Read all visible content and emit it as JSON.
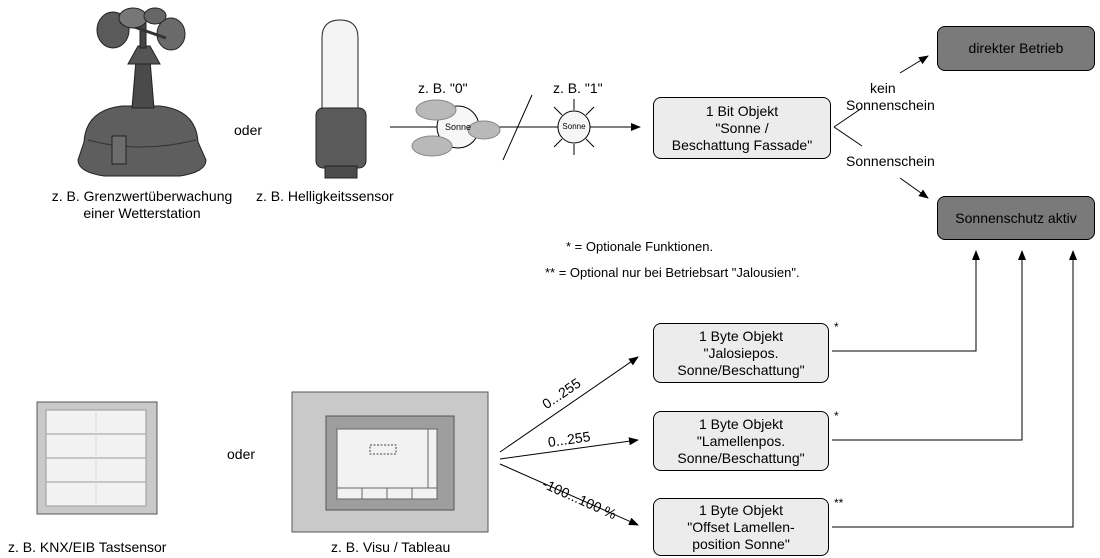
{
  "devices": {
    "weather_station_caption": [
      "z. B. Grenzwertüberwachung",
      "einer Wetterstation"
    ],
    "brightness_sensor_caption": "z. B. Helligkeitssensor",
    "pushbutton_caption": "z. B. KNX/EIB Tastsensor",
    "visu_caption": "z. B. Visu / Tableau",
    "or_label": "oder"
  },
  "signal": {
    "value_0_label": "z. B. \"0\"",
    "value_1_label": "z. B. \"1\"",
    "cloud_sun_label": "Sonne",
    "bright_sun_label": "Sonne"
  },
  "objects": {
    "sun_object": [
      "1 Bit Objekt",
      "\"Sonne /",
      "Beschattung Fassade\""
    ],
    "blind_pos_object": [
      "1 Byte Objekt",
      "\"Jalosiepos.",
      "Sonne/Beschattung\""
    ],
    "slat_pos_object": [
      "1 Byte Objekt",
      "\"Lamellenpos.",
      "Sonne/Beschattung\""
    ],
    "offset_object": [
      "1 Byte Objekt",
      "\"Offset Lamellen-",
      "position Sonne\""
    ]
  },
  "results": {
    "direct_operation": "direkter Betrieb",
    "sun_protection_active": "Sonnenschutz aktiv"
  },
  "branches": {
    "no_sunshine": [
      "kein",
      "Sonnenschein"
    ],
    "sunshine": "Sonnenschein"
  },
  "ranges": {
    "blind_range": "0...255",
    "slat_range": "0...255",
    "offset_range": "-100...100 %"
  },
  "markers": {
    "single": "*",
    "double": "**"
  },
  "notes": {
    "optional": "* = Optionale Funktionen.",
    "optional_blinds": "** = Optional nur bei Betriebsart \"Jalousien\"."
  }
}
